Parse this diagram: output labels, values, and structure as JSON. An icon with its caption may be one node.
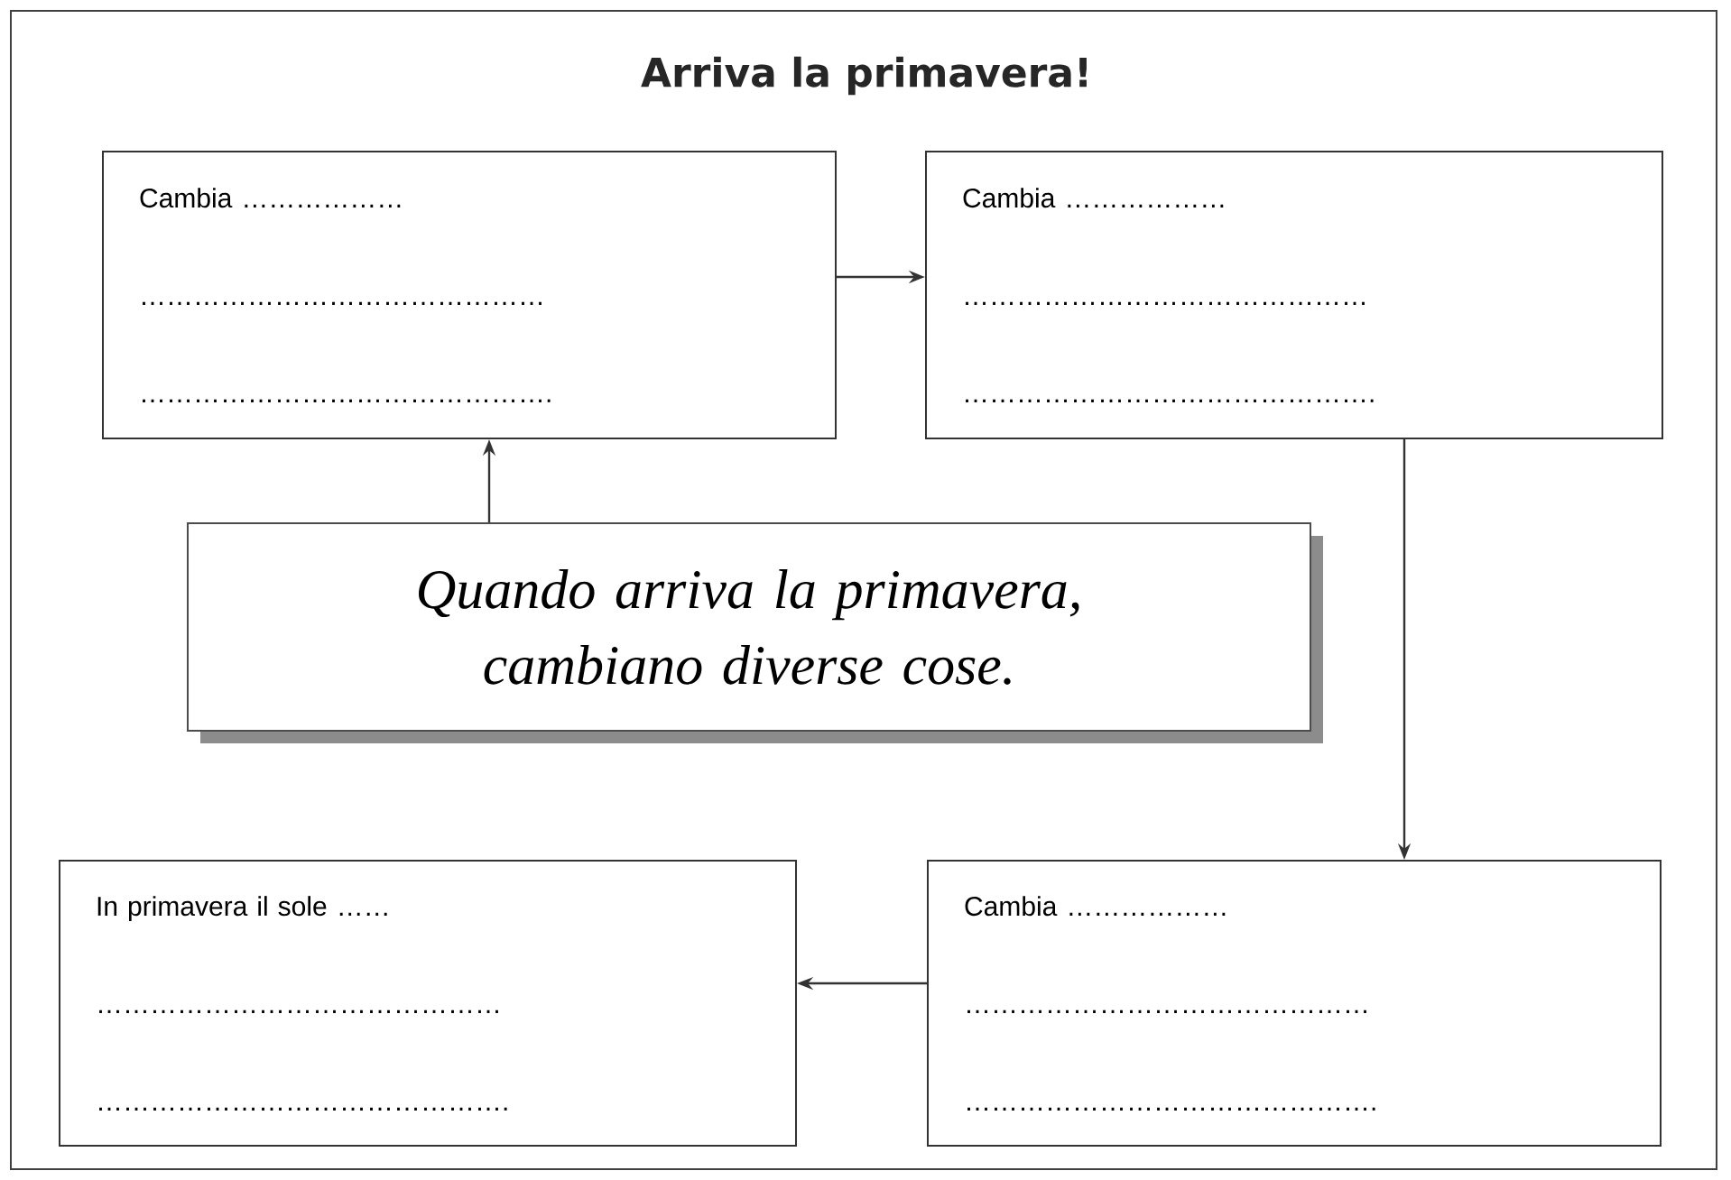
{
  "diagram": {
    "title": "Arriva la primavera!",
    "nodes": [
      {
        "text": [
          "Cambia ……………… ……………………………………… ………………………………………."
        ]
      },
      {
        "text": [
          "Cambia ……………… ……………………………………… ………………………………………."
        ]
      },
      {
        "text": [
          "Quando arriva la primavera, cambiano diverse cose."
        ]
      },
      {
        "text": [
          "In primavera il sole …… ……………………………………… ………………………………………."
        ]
      },
      {
        "text": [
          "Cambia ……………… ……………………………………… ………………………………………."
        ]
      }
    ],
    "edges": [
      {
        "from": 0,
        "to": 1,
        "arrow": "to"
      },
      {
        "from": 1,
        "to": 4,
        "arrow": "to"
      },
      {
        "from": 4,
        "to": 3,
        "arrow": "to"
      },
      {
        "from": 2,
        "to": 0,
        "arrow": "to"
      }
    ]
  }
}
